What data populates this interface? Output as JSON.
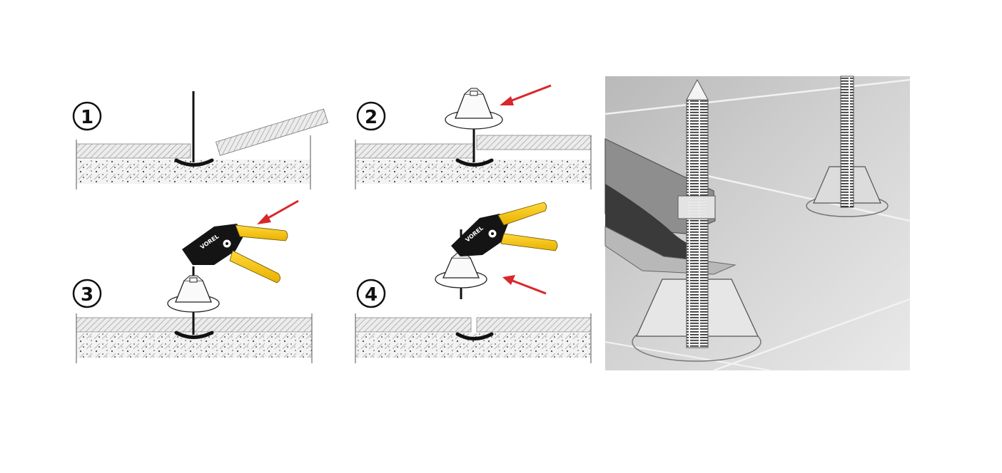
{
  "steps": [
    {
      "number": "1"
    },
    {
      "number": "2"
    },
    {
      "number": "3"
    },
    {
      "number": "4"
    }
  ],
  "tool_brand_text": "VOREL",
  "icons": [
    "leveling-clip-icon",
    "leveling-cap-icon",
    "pliers-icon",
    "arrow-icon"
  ],
  "colors": {
    "arrow": "#d9272a",
    "pliers_handle": "#f5c400",
    "pliers_body": "#111111",
    "tile_hatch": "#9a9a9a",
    "photo_background": "#c8c8c8"
  }
}
